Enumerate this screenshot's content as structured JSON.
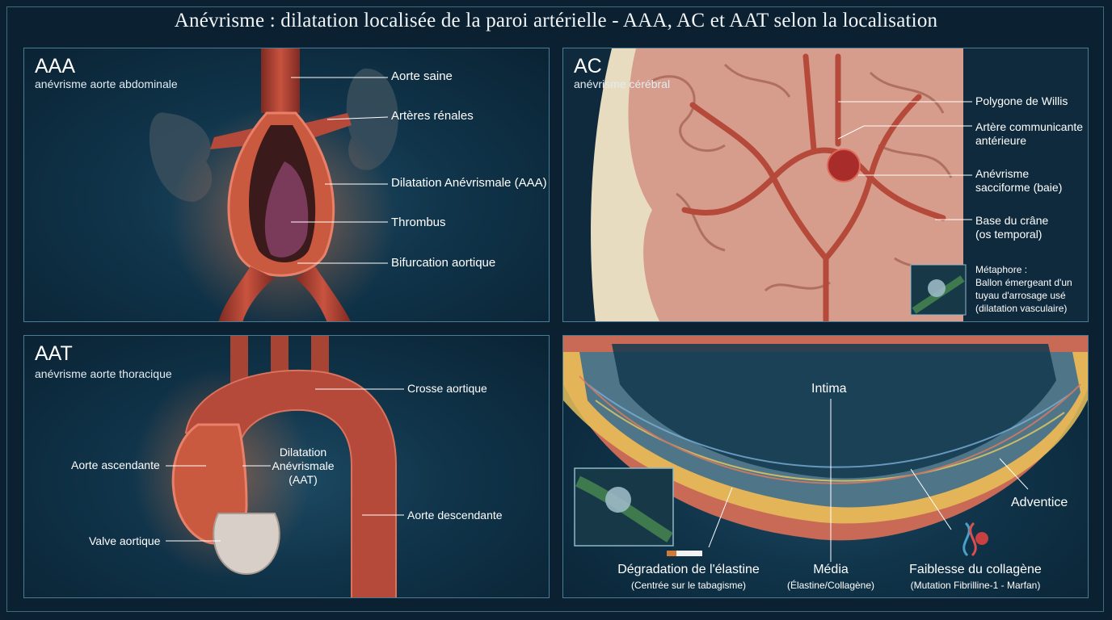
{
  "title": "Anévrisme : dilatation localisée de la paroi artérielle - AAA, AC et AAT selon la localisation",
  "panels": {
    "aaa": {
      "title": "AAA",
      "subtitle": "anévrisme aorte abdominale",
      "labels": [
        "Aorte saine",
        "Artères rénales",
        "Dilatation Anévrismale (AAA)",
        "Thrombus",
        "Bifurcation aortique"
      ]
    },
    "ac": {
      "title": "AC",
      "subtitle": "anévrisme cérébral",
      "labels": {
        "willis": "Polygone de Willis",
        "acom1": "Artère communicante",
        "acom2": "antérieure",
        "sacc1": "Anévrisme",
        "sacc2": "sacciforme (baie)",
        "base1": "Base du crâne",
        "base2": "(os temporal)"
      },
      "metaphor": {
        "l1": "Métaphore :",
        "l2": "Ballon émergeant d'un",
        "l3": "tuyau d'arrosage usé",
        "l4": "(dilatation vasculaire)"
      }
    },
    "aat": {
      "title": "AAT",
      "subtitle": "anévrisme aorte thoracique",
      "labels": {
        "crosse": "Crosse aortique",
        "ascendante": "Aorte ascendante",
        "dil1": "Dilatation",
        "dil2": "Anévrismale",
        "dil3": "(AAT)",
        "descendante": "Aorte descendante",
        "valve": "Valve aortique"
      }
    },
    "wall": {
      "labels": {
        "intima": "Intima",
        "adventice": "Adventice",
        "elastine": "Dégradation de l'élastine",
        "elastine_sub": "(Centrée sur le tabagisme)",
        "media": "Média",
        "media_sub": "(Élastine/Collagène)",
        "collagene": "Faiblesse du collagène",
        "collagene_sub": "(Mutation Fibrilline-1 - Marfan)"
      }
    }
  },
  "colors": {
    "background": "#0b2030",
    "panel_border": "#4a7d96",
    "artery": "#b5493a",
    "artery_light": "#d9735e",
    "brain": "#d69c8c",
    "bone": "#e8dcc0"
  }
}
